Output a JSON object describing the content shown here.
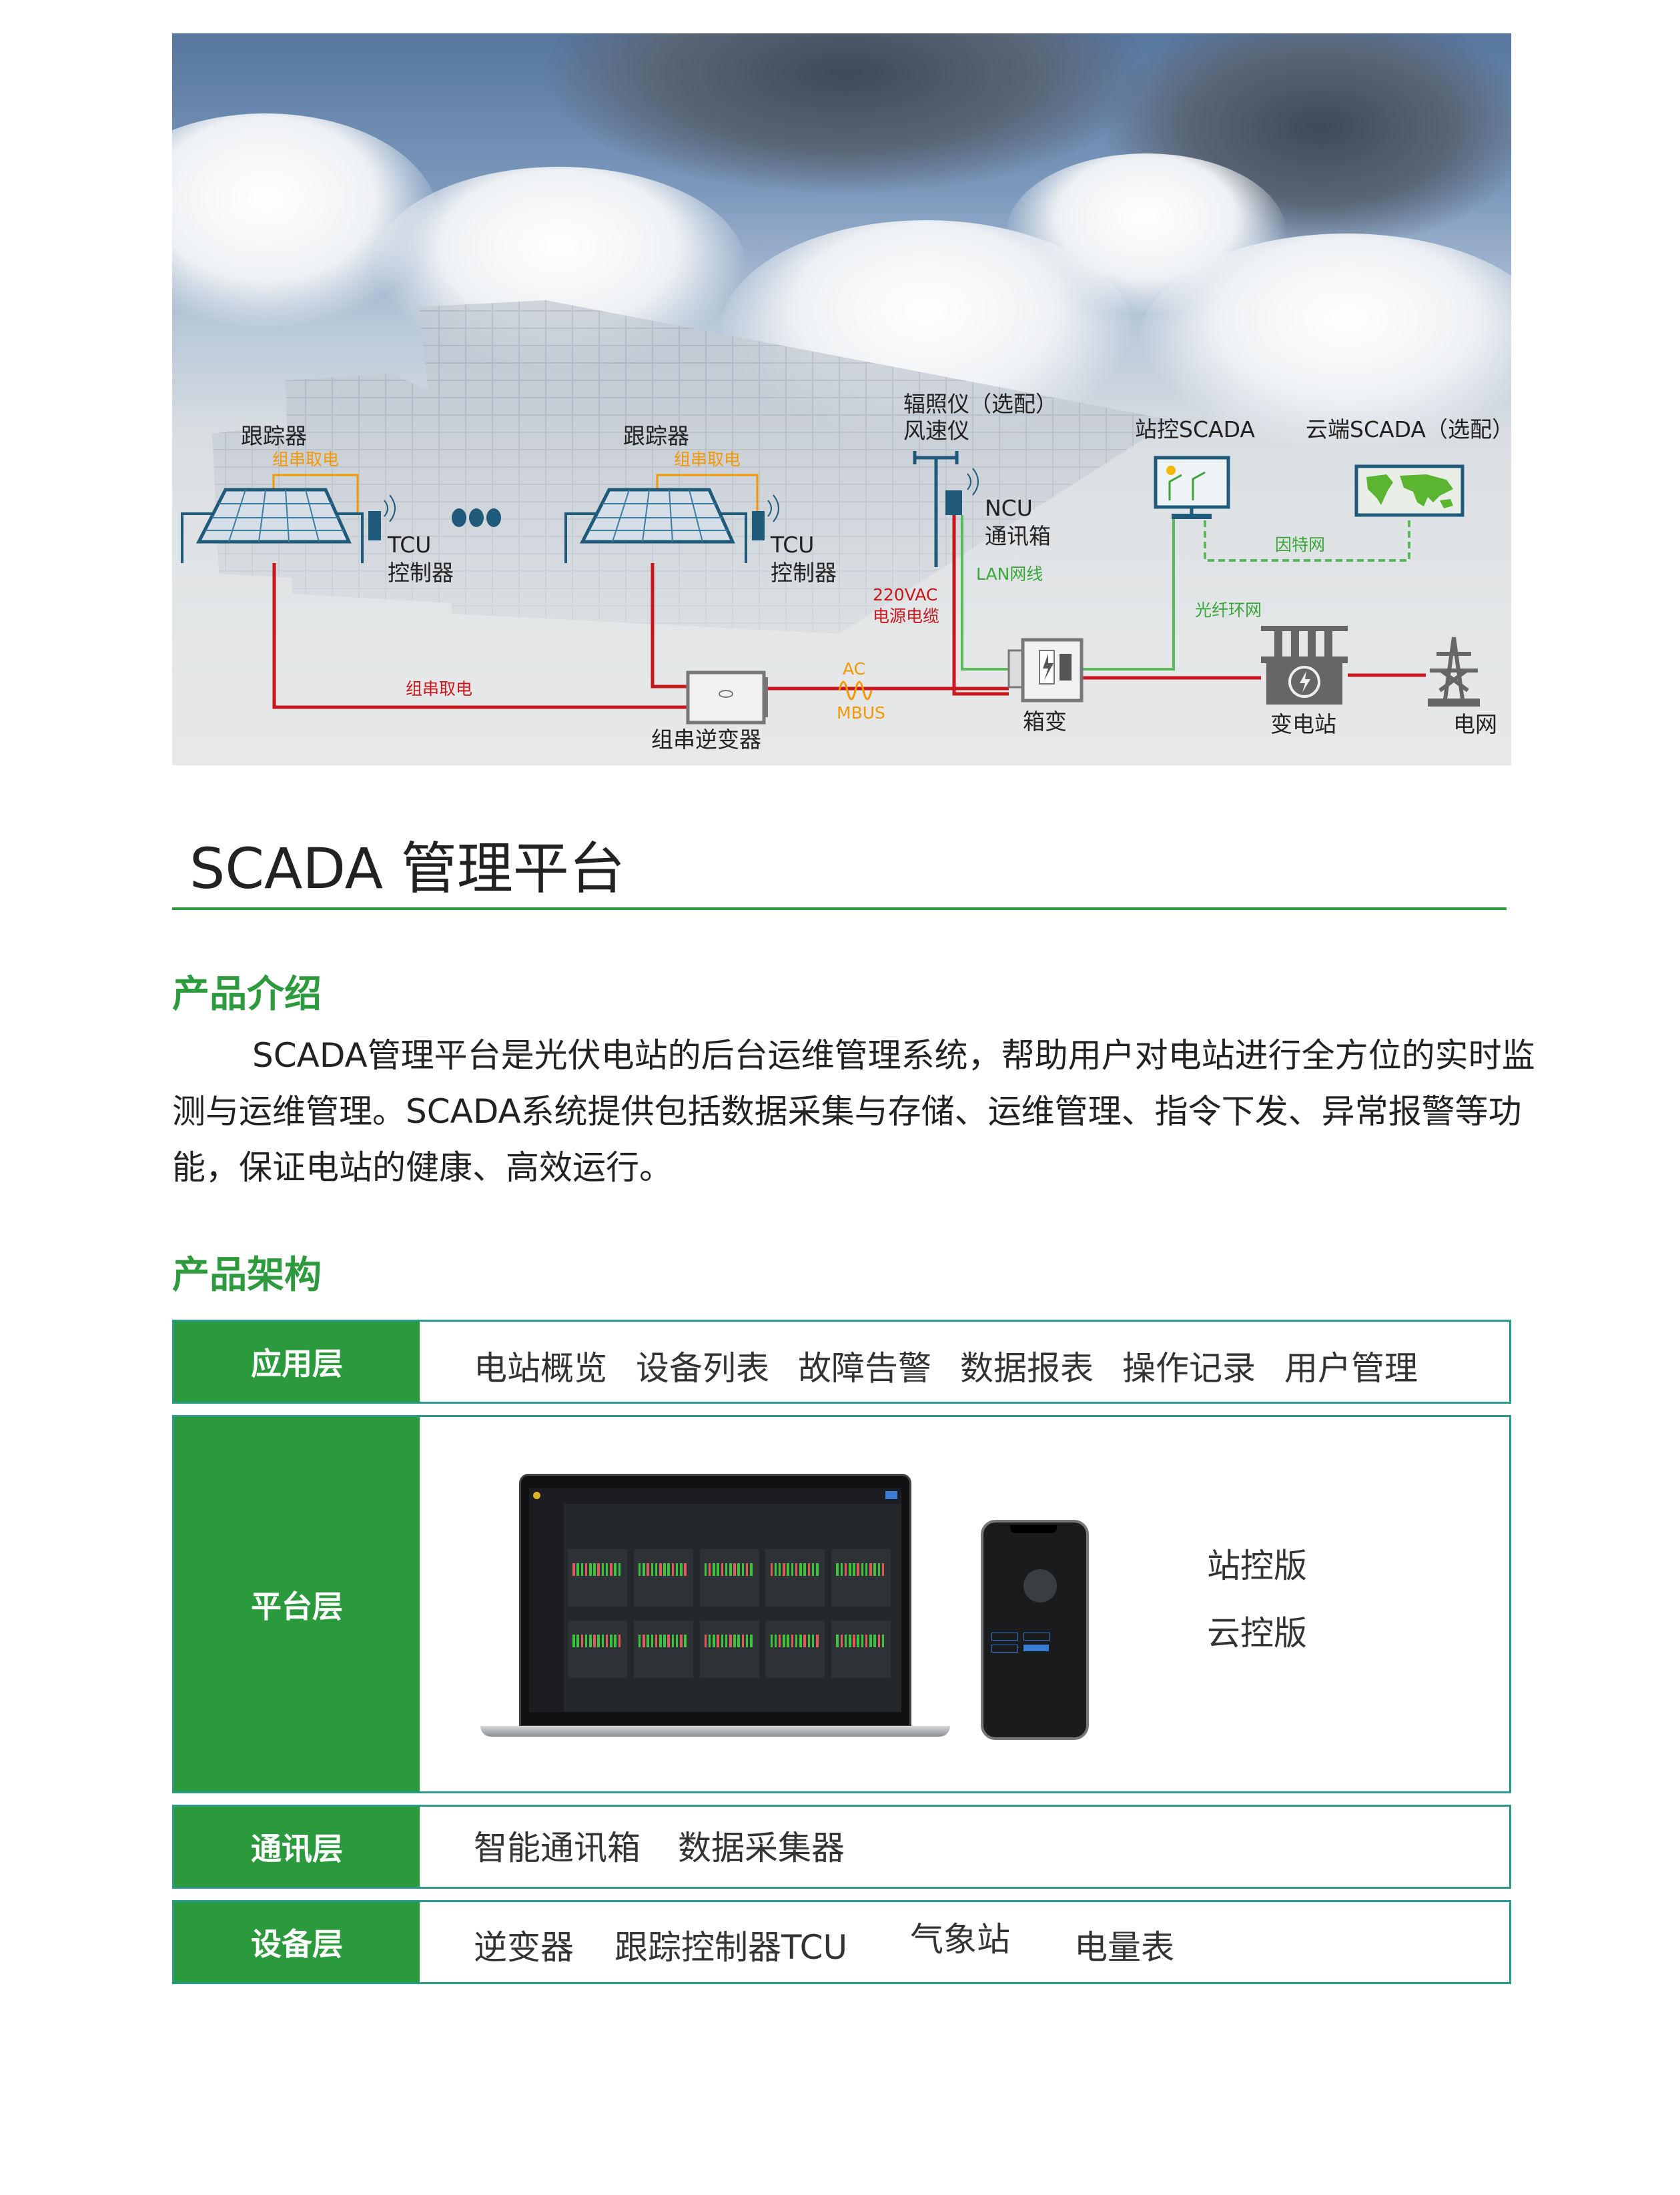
{
  "diagram": {
    "tracker1_label": "跟踪器",
    "tracker1_power": "组串取电",
    "tracker2_label": "跟踪器",
    "tracker2_power": "组串取电",
    "tcu1_line1": "TCU",
    "tcu1_line2": "控制器",
    "tcu2_line1": "TCU",
    "tcu2_line2": "控制器",
    "irradiance": "辐照仪（选配）",
    "anemometer": "风速仪",
    "ncu_line1": "NCU",
    "ncu_line2": "通讯箱",
    "lan": "LAN网线",
    "vac_line1": "220VAC",
    "vac_line2": "电源电缆",
    "station_scada": "站控SCADA",
    "cloud_scada": "云端SCADA（选配）",
    "internet": "因特网",
    "fiber": "光纤环网",
    "string_power": "组串取电",
    "ac": "AC",
    "mbus": "MBUS",
    "inverter": "组串逆变器",
    "box_transformer": "箱变",
    "substation": "变电站",
    "grid": "电网",
    "colors": {
      "power": "#c8161d",
      "comm": "#5cb85c",
      "string": "#f39800",
      "device": "#1f5a7a"
    }
  },
  "title": "SCADA 管理平台",
  "intro": {
    "heading": "产品介绍",
    "lines": [
      "SCADA管理平台是光伏电站的后台运维管理系统，帮助用户对电站进行全方位的实时监",
      "测与运维管理。SCADA系统提供包括数据采集与存储、运维管理、指令下发、异常报警等功",
      "能，保证电站的健康、高效运行。"
    ]
  },
  "architecture": {
    "heading": "产品架构",
    "layers": [
      {
        "label": "应用层",
        "items": [
          "电站概览",
          "设备列表",
          "故障告警",
          "数据报表",
          "操作记录",
          "用户管理"
        ]
      },
      {
        "label": "平台层",
        "items": [
          "站控版",
          "云控版"
        ]
      },
      {
        "label": "通讯层",
        "items": [
          "智能通讯箱",
          "数据采集器"
        ]
      },
      {
        "label": "设备层",
        "items": [
          "逆变器",
          "跟踪控制器TCU",
          "气象站",
          "电量表"
        ]
      }
    ],
    "accent": "#2b9a3c",
    "border": "#2a9a8a"
  }
}
